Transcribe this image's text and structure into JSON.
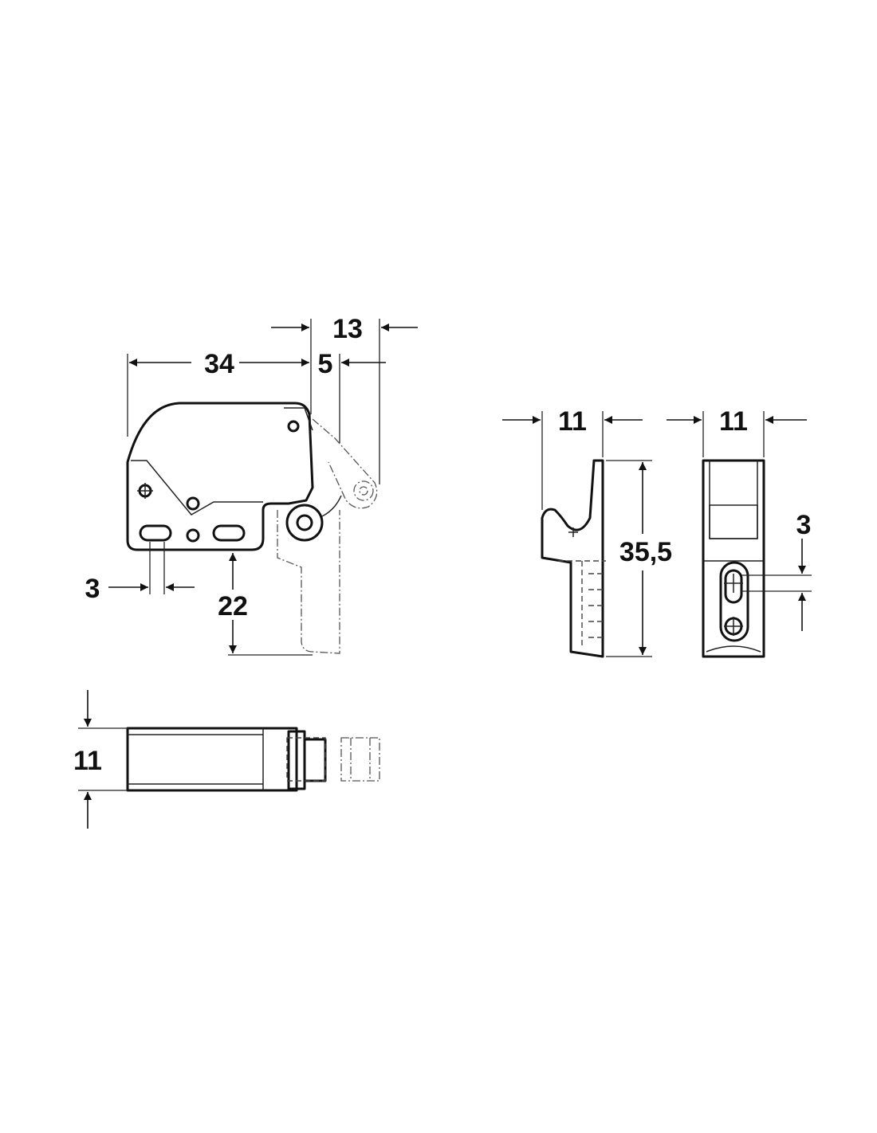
{
  "dimensions": {
    "top_view_length": "34",
    "pivot_offset": "5",
    "open_projection": "13",
    "slot_width": "3",
    "mount_height": "22",
    "plan_view_width": "11",
    "strike_side_width": "11",
    "strike_front_width": "11",
    "strike_height": "35,5",
    "strike_slot_width": "3"
  }
}
